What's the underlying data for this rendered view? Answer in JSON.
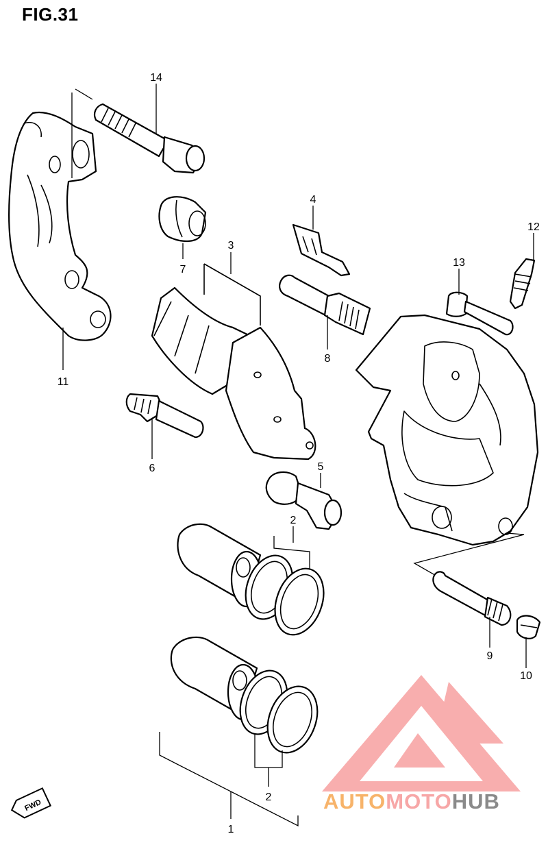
{
  "figure": {
    "title": "FIG.31"
  },
  "callouts": [
    {
      "id": "14",
      "label": "14"
    },
    {
      "id": "7",
      "label": "7"
    },
    {
      "id": "3",
      "label": "3"
    },
    {
      "id": "4",
      "label": "4"
    },
    {
      "id": "12",
      "label": "12"
    },
    {
      "id": "13",
      "label": "13"
    },
    {
      "id": "11",
      "label": "11"
    },
    {
      "id": "8",
      "label": "8"
    },
    {
      "id": "6",
      "label": "6"
    },
    {
      "id": "5",
      "label": "5"
    },
    {
      "id": "2a",
      "label": "2"
    },
    {
      "id": "9",
      "label": "9"
    },
    {
      "id": "10",
      "label": "10"
    },
    {
      "id": "2b",
      "label": "2"
    },
    {
      "id": "1",
      "label": "1"
    }
  ],
  "fwd_badge": {
    "label": "FWD"
  },
  "watermark": {
    "part1": "AUTO",
    "part2": "MOTO",
    "part3": "HUB",
    "color_a": "#f7b36a",
    "color_b": "#f7a7a7",
    "color_c": "#8a8a8a"
  }
}
